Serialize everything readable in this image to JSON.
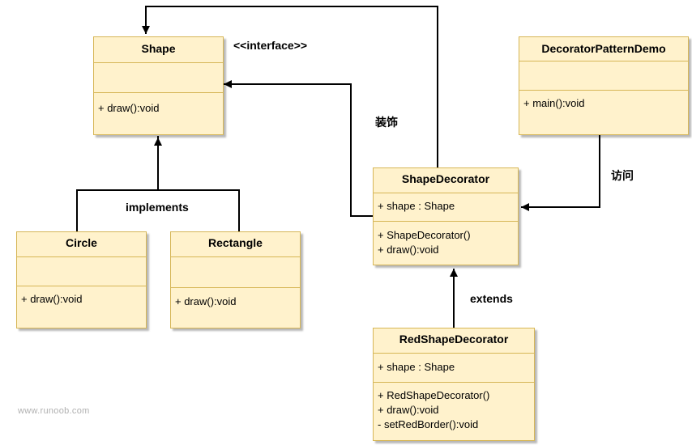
{
  "classes": {
    "shape": {
      "name": "Shape",
      "attributes": [],
      "methods": [
        "+ draw():void"
      ]
    },
    "demo": {
      "name": "DecoratorPatternDemo",
      "attributes": [],
      "methods": [
        "+ main():void"
      ]
    },
    "circle": {
      "name": "Circle",
      "attributes": [],
      "methods": [
        "+ draw():void"
      ]
    },
    "rectangle": {
      "name": "Rectangle",
      "attributes": [],
      "methods": [
        "+ draw():void"
      ]
    },
    "shape_decorator": {
      "name": "ShapeDecorator",
      "attributes": [
        "+ shape : Shape"
      ],
      "methods": [
        "+ ShapeDecorator()",
        "+ draw():void"
      ]
    },
    "red_shape_decorator": {
      "name": "RedShapeDecorator",
      "attributes": [
        "+ shape : Shape"
      ],
      "methods": [
        "+ RedShapeDecorator()",
        "+ draw():void",
        "- setRedBorder():void"
      ]
    }
  },
  "labels": {
    "interface": "<<interface>>",
    "decorate": "装饰",
    "implements": "implements",
    "visit": "访问",
    "extends": "extends"
  },
  "watermark": "www.runoob.com",
  "colors": {
    "class_fill": "#fff2cc",
    "class_border": "#d6b656",
    "line": "#000000"
  }
}
